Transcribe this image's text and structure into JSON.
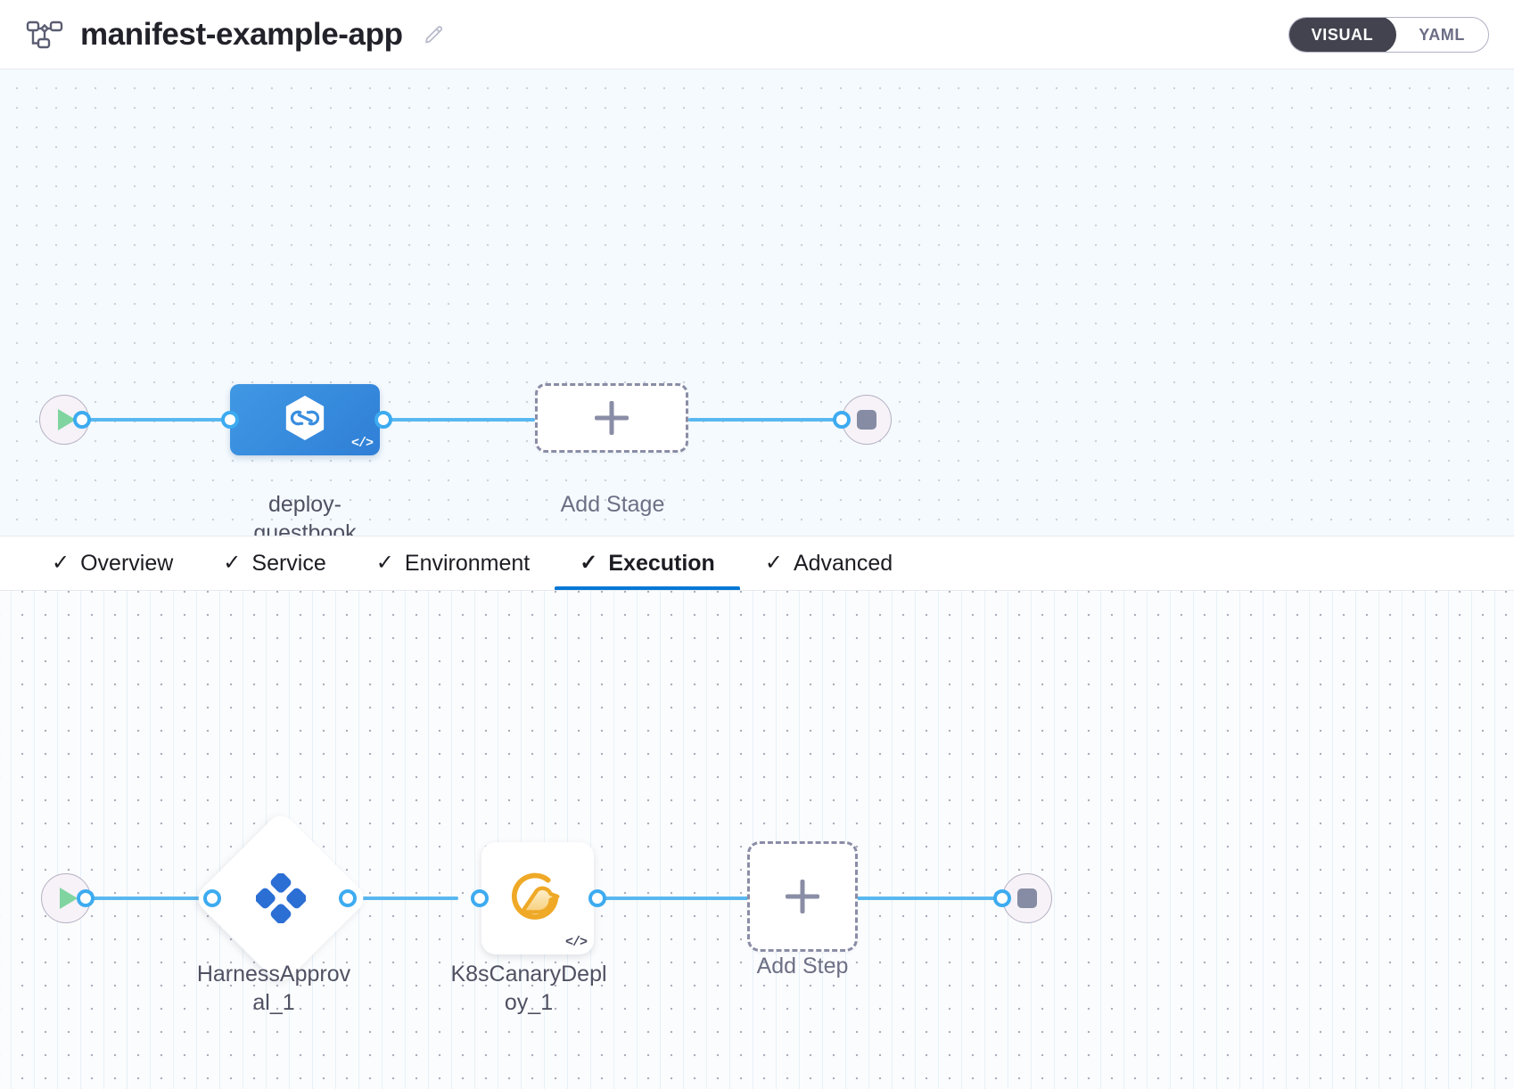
{
  "header": {
    "pipeline_icon": "pipeline-flow-icon",
    "title": "manifest-example-app",
    "edit_icon": "pencil-edit-icon",
    "mode_toggle": {
      "active": "VISUAL",
      "options": [
        "VISUAL",
        "YAML"
      ]
    }
  },
  "stage_canvas": {
    "start_node": {
      "icon": "play-icon"
    },
    "stage": {
      "label": "deploy-\nguestbook",
      "icon": "harness-cd-hexagon-icon",
      "code_badge": "</>",
      "color": "#3a8ede"
    },
    "add_stage": {
      "label": "Add Stage",
      "icon": "plus-icon"
    },
    "end_node": {
      "icon": "stop-icon"
    }
  },
  "tabs": [
    {
      "label": "Overview",
      "check": "✓",
      "active": false
    },
    {
      "label": "Service",
      "check": "✓",
      "active": false
    },
    {
      "label": "Environment",
      "check": "✓",
      "active": false
    },
    {
      "label": "Execution",
      "check": "✓",
      "active": true
    },
    {
      "label": "Advanced",
      "check": "✓",
      "active": false
    }
  ],
  "step_canvas": {
    "start_node": {
      "icon": "play-icon"
    },
    "steps": [
      {
        "label": "HarnessApprov\nal_1",
        "icon": "harness-approval-icon",
        "shape": "diamond",
        "color": "#2b6fd4"
      },
      {
        "label": "K8sCanaryDepl\noy_1",
        "icon": "canary-bird-icon",
        "shape": "square",
        "code_badge": "</>",
        "color": "#f0a827"
      }
    ],
    "add_step": {
      "label": "Add Step",
      "icon": "plus-icon"
    },
    "end_node": {
      "icon": "stop-icon"
    }
  },
  "colors": {
    "accent_blue": "#0278d5",
    "link_blue": "#5ab8f0",
    "toggle_dark": "#43434f",
    "stage_blue": "#3a8ede",
    "canary_orange": "#f0a827",
    "play_green": "#7fd4a0"
  }
}
